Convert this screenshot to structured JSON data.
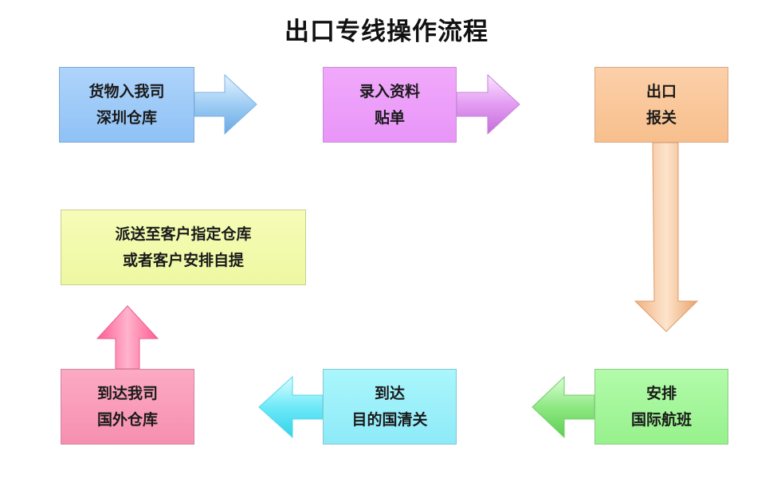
{
  "diagram": {
    "title": "出口专线操作流程",
    "steps": [
      {
        "id": "goods",
        "lines": [
          "货物入我司",
          "深圳仓库"
        ]
      },
      {
        "id": "label",
        "lines": [
          "录入资料",
          "贴单"
        ]
      },
      {
        "id": "customs",
        "lines": [
          "出口",
          "报关"
        ]
      },
      {
        "id": "flight",
        "lines": [
          "安排",
          "国际航班"
        ]
      },
      {
        "id": "clear",
        "lines": [
          "到达",
          "目的国清关"
        ]
      },
      {
        "id": "oversea",
        "lines": [
          "到达我司",
          "国外仓库"
        ]
      },
      {
        "id": "deliver",
        "lines": [
          "派送至客户指定仓库",
          "或者客户安排自提"
        ]
      }
    ],
    "colors": {
      "blue": "#8fc1f5",
      "purple": "#e895f8",
      "orange": "#f7bf8d",
      "green": "#97f18c",
      "cyan": "#8eeaf8",
      "pink": "#f68fb0",
      "yellow": "#eef8a1"
    }
  }
}
